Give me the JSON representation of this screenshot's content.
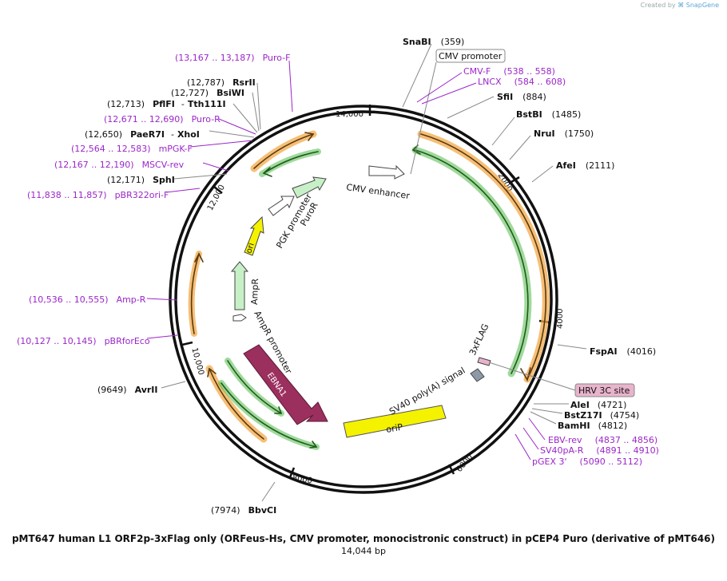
{
  "credit": {
    "prefix": "Created by",
    "brand": "SnapGene"
  },
  "title": "pMT647 human L1 ORF2p-3xFlag only (ORFeus-Hs, CMV promoter, monocistronic construct) in pCEP4 Puro (derivative of pMT646)",
  "length_label": "14,044 bp",
  "ticks": [
    "2000",
    "4000",
    "6000",
    "8000",
    "10,000",
    "12,000",
    "14,000"
  ],
  "colors": {
    "enzyme": "#111111",
    "primer": "#9b26c9",
    "orange_feature": "#f3a948",
    "green_feature": "#52b94a",
    "yellow_feature": "#f5f200",
    "ebna1": "#9b2f5e",
    "light_green": "#c8f0c8",
    "hrv": "#e8b4cc"
  },
  "labels": {
    "snabi": {
      "name": "SnaBI",
      "pos": "(359)"
    },
    "sfii": {
      "name": "SfiI",
      "pos": "(884)"
    },
    "bstbi": {
      "name": "BstBI",
      "pos": "(1485)"
    },
    "nrui": {
      "name": "NruI",
      "pos": "(1750)"
    },
    "afei": {
      "name": "AfeI",
      "pos": "(2111)"
    },
    "fspai": {
      "name": "FspAI",
      "pos": "(4016)"
    },
    "alei": {
      "name": "AleI",
      "pos": "(4721)"
    },
    "bstz17i": {
      "name": "BstZ17I",
      "pos": "(4754)"
    },
    "bamhi": {
      "name": "BamHI",
      "pos": "(4812)"
    },
    "bbvci": {
      "name": "BbvCI",
      "pos": "(7974)"
    },
    "avrii": {
      "name": "AvrII",
      "pos": "(9649)"
    },
    "sphi": {
      "name": "SphI",
      "pos": "(12,171)"
    },
    "paer7i": {
      "name": "PaeR7I",
      "sep": "-",
      "name2": "XhoI",
      "pos": "(12,650)"
    },
    "pflfi": {
      "name": "PflFI",
      "sep": "-",
      "name2": "Tth111I",
      "pos": "(12,713)"
    },
    "bsiwi": {
      "name": "BsiWI",
      "pos": "(12,727)"
    },
    "rsrii": {
      "name": "RsrII",
      "pos": "(12,787)"
    },
    "cmv_f": {
      "name": "CMV-F",
      "pos": "(538 .. 558)"
    },
    "lncx": {
      "name": "LNCX",
      "pos": "(584 .. 608)"
    },
    "ebv_rev": {
      "name": "EBV-rev",
      "pos": "(4837 .. 4856)"
    },
    "sv40pa_r": {
      "name": "SV40pA-R",
      "pos": "(4891 .. 4910)"
    },
    "pgex3": {
      "name": "pGEX 3'",
      "pos": "(5090 .. 5112)"
    },
    "puro_f": {
      "pos": "(13,167 .. 13,187)",
      "name": "Puro-F"
    },
    "puro_r": {
      "pos": "(12,671 .. 12,690)",
      "name": "Puro-R"
    },
    "mpgk_f": {
      "pos": "(12,564 .. 12,583)",
      "name": "mPGK-F"
    },
    "mscv_rev": {
      "pos": "(12,167 .. 12,190)",
      "name": "MSCV-rev"
    },
    "pbr322ori_f": {
      "pos": "(11,838 .. 11,857)",
      "name": "pBR322ori-F"
    },
    "amp_r": {
      "pos": "(10,536 .. 10,555)",
      "name": "Amp-R"
    },
    "pbrforeco": {
      "pos": "(10,127 .. 10,145)",
      "name": "pBRforEco"
    }
  },
  "features": {
    "cmv_promoter_box": "CMV promoter",
    "hrv_box": "HRV 3C site",
    "cmv_enhancer": "CMV enhancer",
    "flag": "3xFLAG",
    "sv40": "SV40 poly(A) signal",
    "orip": "oriP",
    "ebna1": "EBNA1",
    "ampr_promoter": "AmpR promoter",
    "ampr": "AmpR",
    "ori": "ori",
    "pgk": "PGK promoter",
    "puror": "PuroR"
  }
}
